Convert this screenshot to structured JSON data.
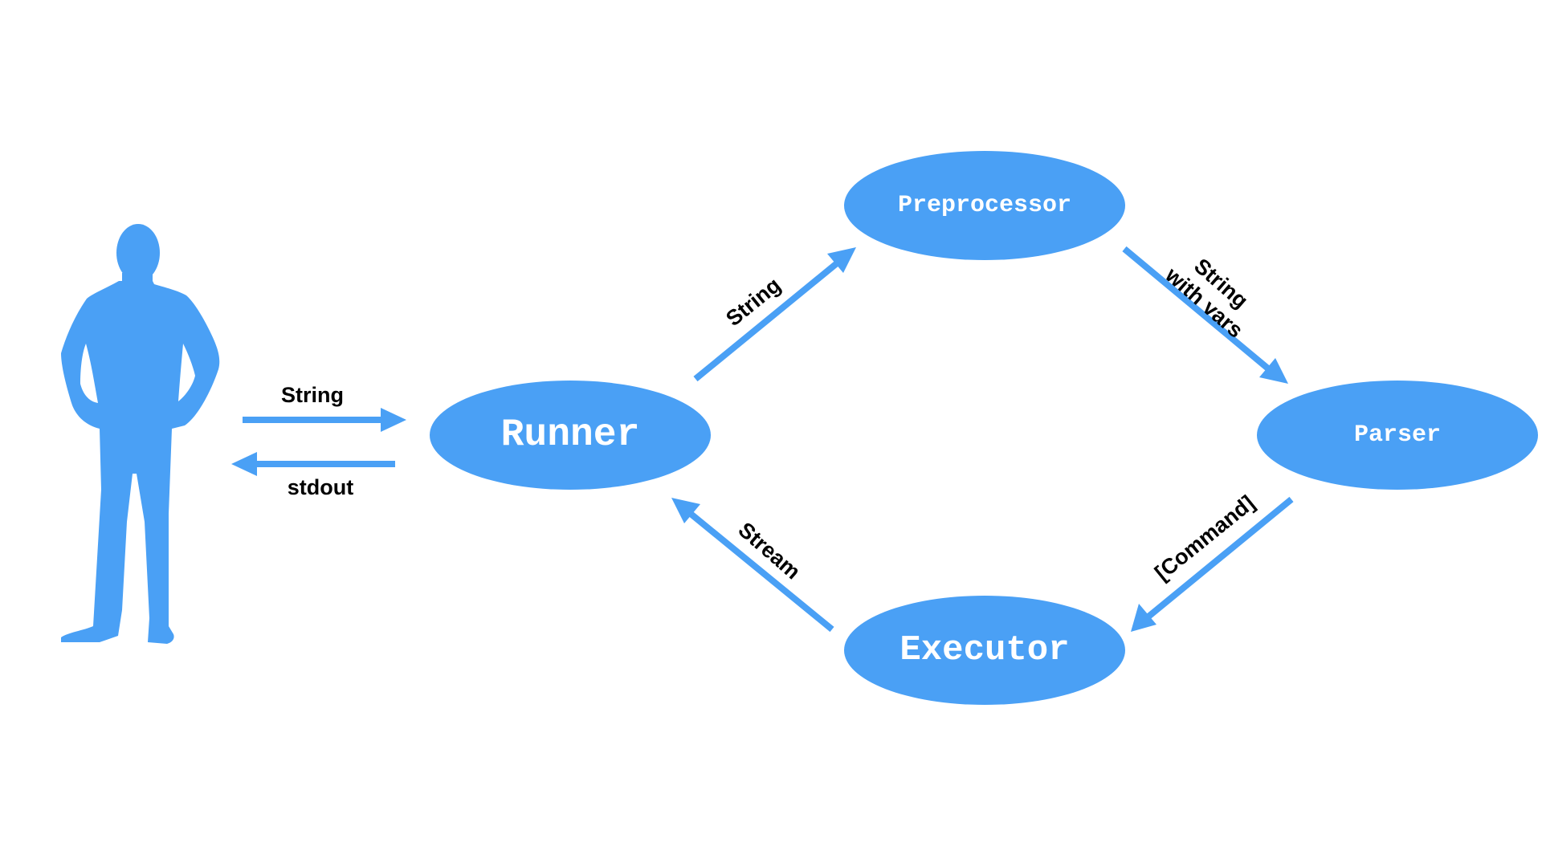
{
  "diagram": {
    "nodes": {
      "runner": {
        "label": "Runner"
      },
      "preprocessor": {
        "label": "Preprocessor"
      },
      "parser": {
        "label": "Parser"
      },
      "executor": {
        "label": "Executor"
      }
    },
    "edges": {
      "user_to_runner": {
        "label": "String"
      },
      "runner_to_user": {
        "label": "stdout"
      },
      "runner_to_preprocessor": {
        "label": "String"
      },
      "preprocessor_to_parser": {
        "line1": "String",
        "line2": "with vars"
      },
      "parser_to_executor": {
        "label": "[Command]"
      },
      "executor_to_runner": {
        "label": "Stream"
      }
    },
    "colors": {
      "accent": "#4aa0f5",
      "node_text": "#ffffff",
      "edge_text": "#000000"
    },
    "icons": {
      "user": "person-silhouette-icon"
    }
  }
}
